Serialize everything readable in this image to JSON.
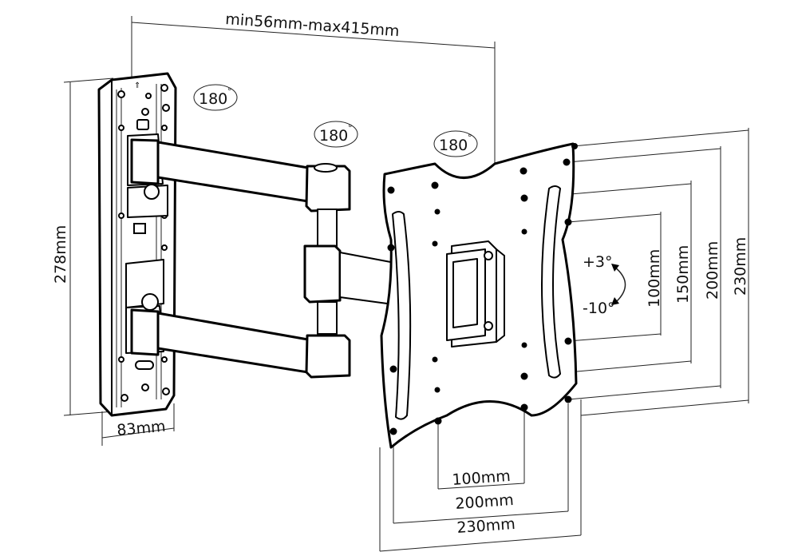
{
  "dimensions": {
    "arm_extension": "min56mm-max415mm",
    "wall_height": "278mm",
    "wall_width": "83mm",
    "vesa_h_100": "100mm",
    "vesa_h_200": "200mm",
    "vesa_h_230": "230mm",
    "vesa_v_100": "100mm",
    "vesa_v_150": "150mm",
    "vesa_v_200": "200mm",
    "vesa_v_230": "230mm"
  },
  "rotations": {
    "wall_pivot": "180",
    "middle_pivot": "180",
    "plate_pivot": "180",
    "degree_symbol": "°"
  },
  "tilt": {
    "up": "+3°",
    "down": "-10°"
  }
}
